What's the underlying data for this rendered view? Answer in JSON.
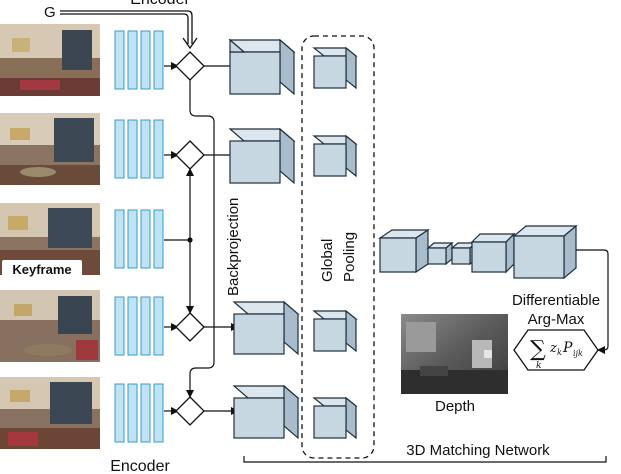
{
  "labels": {
    "encoder_top": "Encoder",
    "input_g": "G",
    "keyframe": "Keyframe",
    "backprojection": "Backprojection",
    "global": "Global",
    "pooling": "Pooling",
    "differentiable": "Differentiable",
    "argmax": "Arg-Max",
    "formula_sum": "∑",
    "formula_sub_k": "k",
    "formula_body": "z",
    "formula_z_sub": "k",
    "formula_p": "P",
    "formula_p_sub": "ijk",
    "depth": "Depth",
    "matching_network": "3D Matching Network",
    "encoder_bottom": "Encoder"
  },
  "colors": {
    "encoder_bar": "#bfe3f2",
    "encoder_bar_stroke": "#3a9bc7",
    "cube_front": "#c7d7e2",
    "cube_top": "#dbe6ee",
    "cube_side": "#a9bccb",
    "cube_stroke": "#1f2f3c"
  },
  "frames": [
    "frame-1",
    "frame-2",
    "keyframe",
    "frame-4",
    "frame-5"
  ]
}
